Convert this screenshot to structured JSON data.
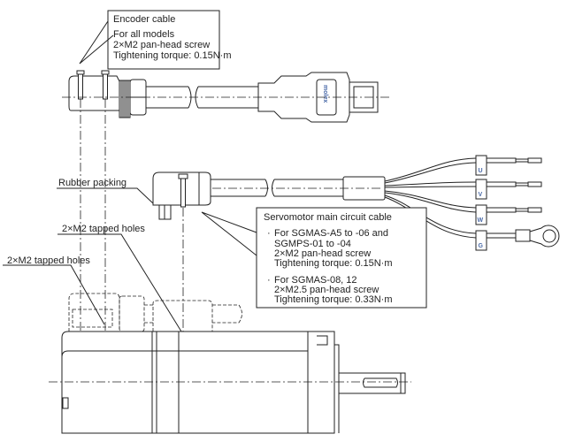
{
  "encoder_callout": {
    "title": "Encoder cable",
    "lines": [
      "For all models",
      "2×M2 pan-head screw",
      "Tightening torque: 0.15N·m"
    ]
  },
  "rubber_packing_label": "Rubber packing",
  "tapped_holes_labels": [
    "2×M2 tapped holes",
    "2×M2 tapped holes"
  ],
  "power_callout": {
    "title": "Servomotor main circuit cable",
    "items": [
      {
        "bullet": "·",
        "lines": [
          "For SGMAS-A5 to -06 and",
          "SGMPS-01 to -04",
          "2×M2 pan-head screw",
          "Tightening torque: 0.15N·m"
        ]
      },
      {
        "bullet": "·",
        "lines": [
          "For SGMAS-08, 12",
          "2×M2.5 pan-head screw",
          "Tightening torque: 0.33N·m"
        ]
      }
    ]
  },
  "wire_labels": [
    "U",
    "V",
    "W",
    "G"
  ],
  "connector_brand": "molex"
}
